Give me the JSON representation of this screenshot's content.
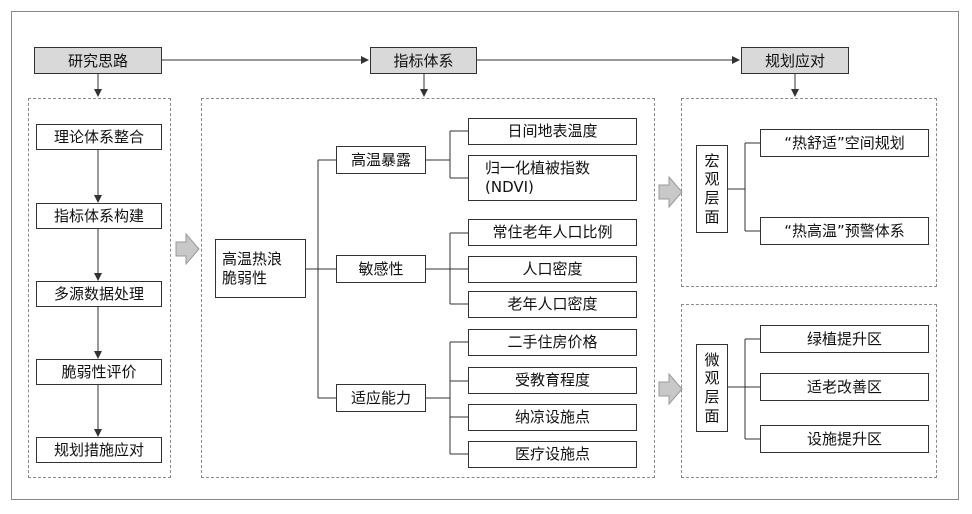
{
  "headers": {
    "research": "研究思路",
    "indicators": "指标体系",
    "planning": "规划应对"
  },
  "research_steps": [
    "理论体系整合",
    "指标体系构建",
    "多源数据处理",
    "脆弱性评价",
    "规划措施应对"
  ],
  "root": [
    "高温热浪",
    "脆弱性"
  ],
  "categories": {
    "exposure": "高温暴露",
    "sensitivity": "敏感性",
    "adaptive": "适应能力"
  },
  "exposure_items": [
    "日间地表温度",
    "归一化植被指数",
    "(NDVI)"
  ],
  "sensitivity_items": [
    "常住老年人口比例",
    "人口密度",
    "老年人口密度"
  ],
  "adaptive_items": [
    "二手住房价格",
    "受教育程度",
    "纳凉设施点",
    "医疗设施点"
  ],
  "macro": {
    "label": [
      "宏",
      "观",
      "层",
      "面"
    ],
    "items": [
      "“热舒适”空间规划",
      "“热高温”预警体系"
    ]
  },
  "micro": {
    "label": [
      "微",
      "观",
      "层",
      "面"
    ],
    "items": [
      "绿植提升区",
      "适老改善区",
      "设施提升区"
    ]
  },
  "colors": {
    "header_fill": "#d9d9d9",
    "arrow_fill": "#c8c8c8",
    "dash": "#8a8a8a"
  }
}
